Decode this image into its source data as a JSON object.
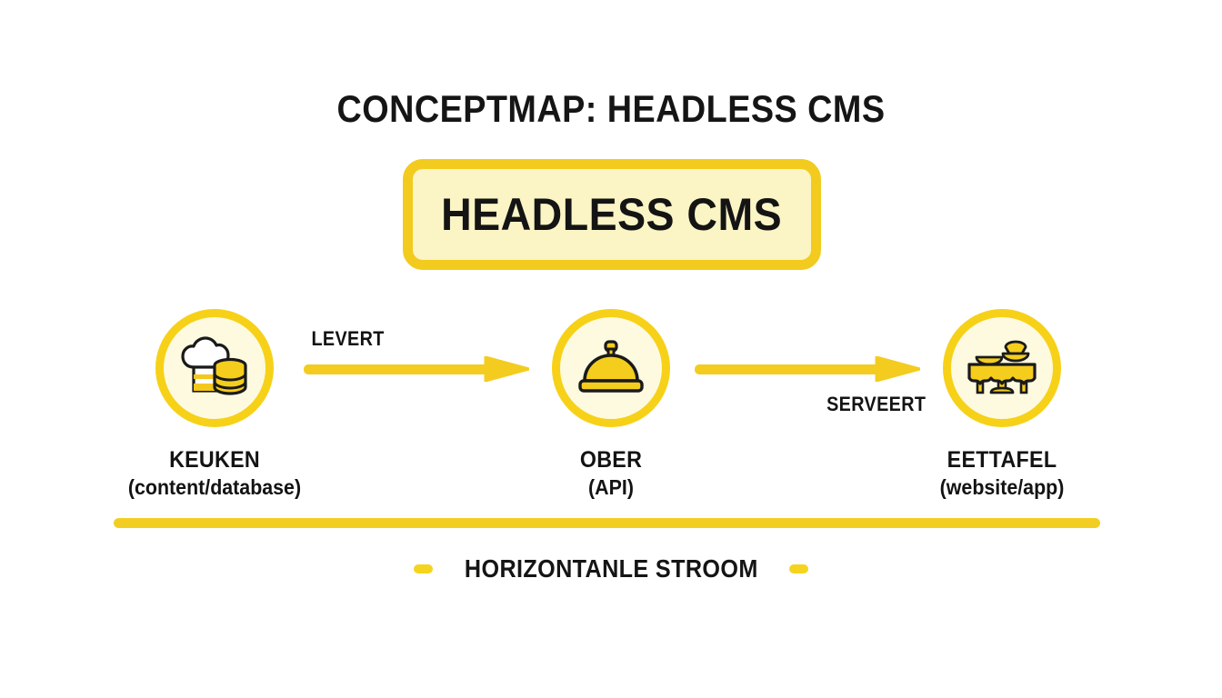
{
  "title": "CONCEPTMAP: HEADLESS CMS",
  "central": {
    "label": "HEADLESS CMS"
  },
  "nodes": [
    {
      "name": "KEUKEN",
      "subtitle": "(content/database)",
      "icon": "chef-hat-database-icon"
    },
    {
      "name": "OBER",
      "subtitle": "(API)",
      "icon": "serving-dome-icon"
    },
    {
      "name": "EETTAFEL",
      "subtitle": "(website/app)",
      "icon": "dining-table-icon"
    }
  ],
  "arrows": [
    {
      "label": "LEVERT"
    },
    {
      "label": "SERVEERT"
    }
  ],
  "footer": {
    "label": "HORIZONTANLE STROOM"
  },
  "colors": {
    "background": "#FFFFFF",
    "accent_yellow": "#F2CB1E",
    "ring_yellow": "#F6D118",
    "bar_yellow": "#F2CE22",
    "pale_fill": "#FBF4C5",
    "circle_fill": "#FDFAE0",
    "text_dark": "#131313"
  }
}
